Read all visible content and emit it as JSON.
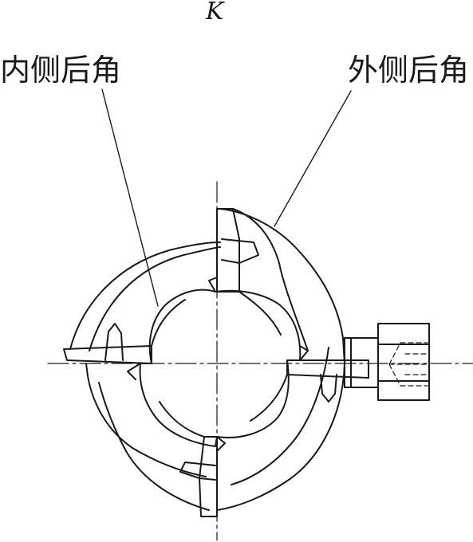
{
  "view_letter": "K",
  "labels": {
    "inner_clearance": "内侧后角",
    "outer_clearance": "外侧后角"
  },
  "colors": {
    "line": "#1a1a1a",
    "fill": "#ffffff"
  }
}
